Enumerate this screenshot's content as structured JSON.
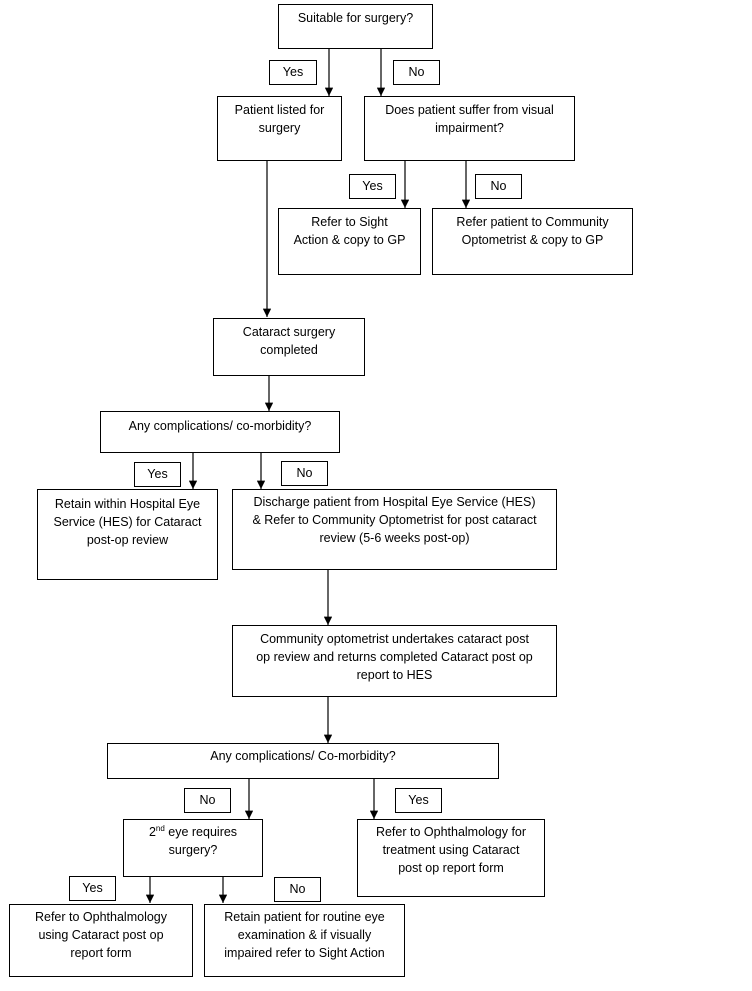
{
  "nodes": {
    "suitable": "Suitable for surgery?",
    "listed_l1": "Patient listed for",
    "listed_l2": "surgery",
    "visual_l1": "Does patient suffer from visual",
    "visual_l2": "impairment?",
    "sight_l1": "Refer to Sight",
    "sight_l2": "Action & copy to GP",
    "community_l1": "Refer patient to Community",
    "community_l2": "Optometrist & copy to GP",
    "completed_l1": "Cataract surgery",
    "completed_l2": "completed",
    "comp1": "Any complications/ co-morbidity?",
    "retain_l1": "Retain within Hospital Eye",
    "retain_l2": "Service (HES) for Cataract",
    "retain_l3": "post-op review",
    "discharge_l1": "Discharge patient from Hospital Eye Service (HES)",
    "discharge_l2": "& Refer to Community Optometrist for post cataract",
    "discharge_l3": "review (5-6 weeks post-op)",
    "optom_l1": "Community optometrist undertakes cataract post",
    "optom_l2": "op review and returns completed Cataract post op",
    "optom_l3": "report to HES",
    "comp2": "Any complications/ Co-morbidity?",
    "second_eye_num": "2",
    "second_eye_sup": "nd",
    "second_eye_l1_rest": " eye requires",
    "second_eye_l2": "surgery?",
    "ophth_treat_l1": "Refer to Ophthalmology for",
    "ophth_treat_l2": "treatment using Cataract",
    "ophth_treat_l3": "post op report form",
    "ophth_form_l1": "Refer to Ophthalmology",
    "ophth_form_l2": "using Cataract post op",
    "ophth_form_l3": "report form",
    "routine_l1": "Retain patient for routine eye",
    "routine_l2": "examination & if visually",
    "routine_l3": "impaired refer to Sight Action"
  },
  "edge_labels": {
    "suitable_yes": "Yes",
    "suitable_no": "No",
    "visual_yes": "Yes",
    "visual_no": "No",
    "comp1_yes": "Yes",
    "comp1_no": "No",
    "comp2_no": "No",
    "comp2_yes": "Yes",
    "second_yes": "Yes",
    "second_no": "No"
  }
}
